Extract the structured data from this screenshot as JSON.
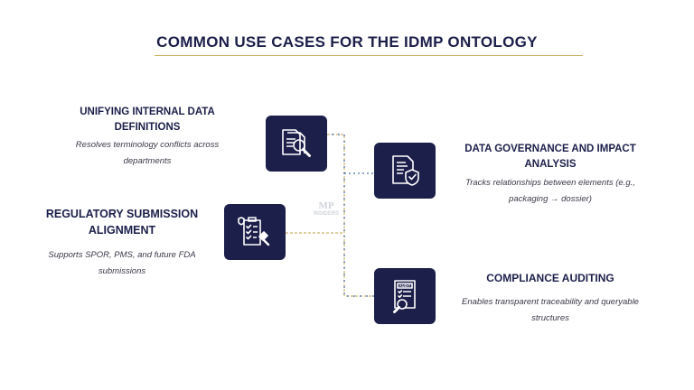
{
  "title": "COMMON USE CASES FOR THE IDMP ONTOLOGY",
  "colors": {
    "navy": "#1c1f4a",
    "gold": "#c9b46b",
    "connector": "#4a6fa5"
  },
  "use_cases": [
    {
      "heading": "UNIFYING INTERNAL DATA DEFINITIONS",
      "description": "Resolves terminology conflicts across departments",
      "icon": "documents-magnifier-icon"
    },
    {
      "heading": "DATA GOVERNANCE AND IMPACT ANALYSIS",
      "description": "Tracks relationships between elements (e.g., packaging → dossier)",
      "icon": "document-shield-icon"
    },
    {
      "heading": "REGULATORY SUBMISSION ALIGNMENT",
      "description": "Supports SPOR, PMS, and future FDA submissions",
      "icon": "checklist-gavel-icon"
    },
    {
      "heading": "COMPLIANCE AUDITING",
      "description": "Enables transparent traceability and queryable structures",
      "icon": "audit-document-magnifier-icon"
    }
  ],
  "watermark": {
    "line1": "MP",
    "line2": "INSIDERS"
  }
}
